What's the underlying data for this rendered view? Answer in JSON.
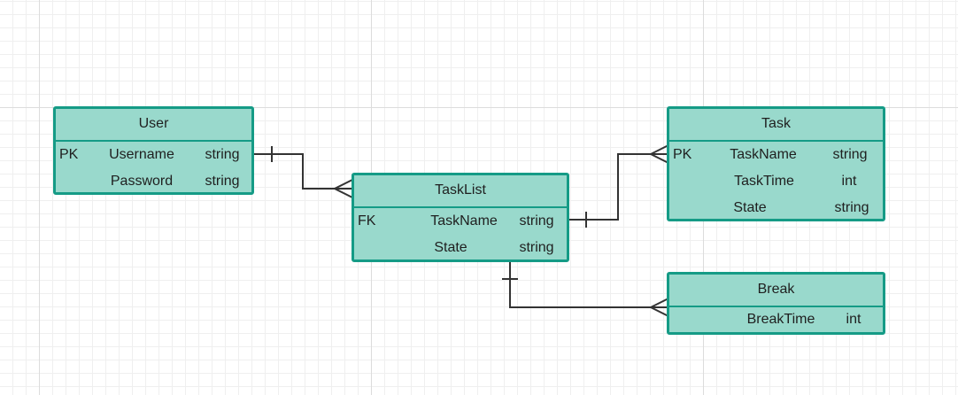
{
  "entities": {
    "user": {
      "name": "User",
      "attributes": [
        {
          "key": "PK",
          "name": "Username",
          "type": "string"
        },
        {
          "key": "",
          "name": "Password",
          "type": "string"
        }
      ]
    },
    "tasklist": {
      "name": "TaskList",
      "attributes": [
        {
          "key": "FK",
          "name": "TaskName",
          "type": "string"
        },
        {
          "key": "",
          "name": "State",
          "type": "string"
        }
      ]
    },
    "task": {
      "name": "Task",
      "attributes": [
        {
          "key": "PK",
          "name": "TaskName",
          "type": "string"
        },
        {
          "key": "",
          "name": "TaskTime",
          "type": "int"
        },
        {
          "key": "",
          "name": "State",
          "type": "string"
        }
      ]
    },
    "break": {
      "name": "Break",
      "attributes": [
        {
          "key": "",
          "name": "BreakTime",
          "type": "int"
        }
      ]
    }
  },
  "relationships": [
    {
      "from": "User",
      "to": "TaskList",
      "from_cardinality": "one",
      "to_cardinality": "many"
    },
    {
      "from": "TaskList",
      "to": "Task",
      "from_cardinality": "one",
      "to_cardinality": "many"
    },
    {
      "from": "TaskList",
      "to": "Break",
      "from_cardinality": "one",
      "to_cardinality": "many"
    }
  ],
  "colors": {
    "entity_fill": "#99d9cc",
    "entity_border": "#159b86",
    "connector": "#333333"
  }
}
